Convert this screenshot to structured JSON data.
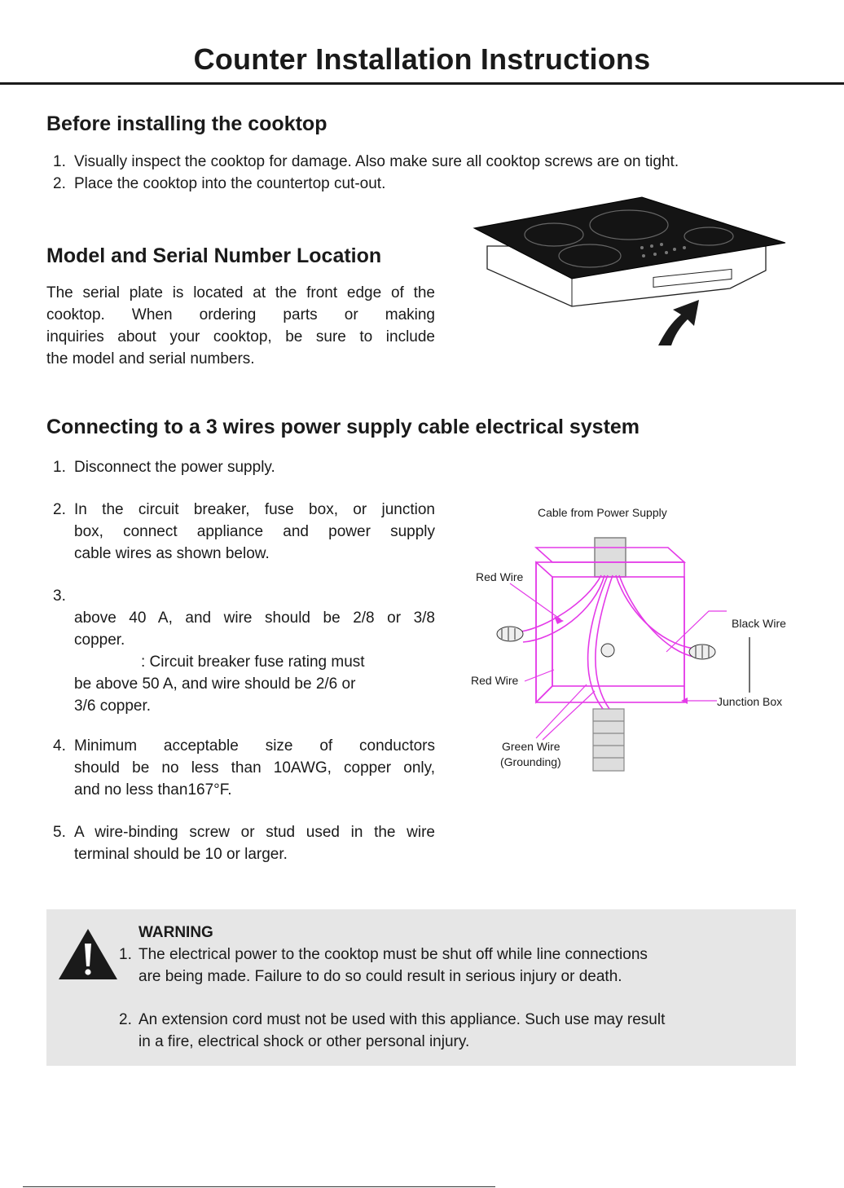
{
  "title": "Counter Installation Instructions",
  "before": {
    "heading": "Before installing the cooktop",
    "items": [
      {
        "num": "1.",
        "text": "Visually inspect the cooktop for damage. Also make sure all cooktop screws are on tight."
      },
      {
        "num": "2.",
        "text": "Place the cooktop into the countertop cut-out."
      }
    ]
  },
  "serial": {
    "heading": "Model and Serial Number Location",
    "lines": [
      "The serial plate is located at the front edge of the",
      "cooktop. When ordering parts or making",
      "inquiries about your cooktop, be sure to include",
      "the model and serial numbers."
    ]
  },
  "connect": {
    "heading": "Connecting to a 3 wires power supply cable electrical system",
    "item1": {
      "num": "1.",
      "text": "Disconnect the power supply."
    },
    "item2": {
      "num": "2.",
      "lines": [
        "In the circuit breaker, fuse box, or junction",
        "box, connect appliance and power supply",
        "cable wires as shown below."
      ]
    },
    "item3": {
      "num": "3.",
      "lines": [
        "above 40 A, and wire should be 2/8 or 3/8",
        "copper.",
        ": Circuit breaker fuse rating must",
        "be above 50 A, and wire should be 2/6 or",
        "3/6 copper."
      ]
    },
    "item4": {
      "num": "4.",
      "lines": [
        "Minimum acceptable size of conductors",
        "should be no less than 10AWG, copper only,",
        "and no less than167°F."
      ]
    },
    "item5": {
      "num": "5.",
      "lines": [
        "A wire-binding screw or stud used in the wire",
        "terminal should be 10 or larger."
      ]
    }
  },
  "diagram": {
    "cable_label": "Cable from Power Supply",
    "red_wire_top": "Red Wire",
    "red_wire_bottom": "Red Wire",
    "black_wire": "Black Wire",
    "junction_box": "Junction Box",
    "green_wire": "Green Wire",
    "grounding": "(Grounding)",
    "accent_color": "#e43ae8"
  },
  "warning": {
    "title": "WARNING",
    "items": [
      {
        "num": "1.",
        "lines": [
          "The electrical power to the cooktop must be shut off while line connections",
          "are being made. Failure to do so could result in serious injury or death."
        ]
      },
      {
        "num": "2.",
        "lines": [
          "An extension cord must not be used with this appliance. Such use may result",
          "in a fire, electrical shock or other personal injury."
        ]
      }
    ],
    "icon": "warning-triangle-icon"
  }
}
